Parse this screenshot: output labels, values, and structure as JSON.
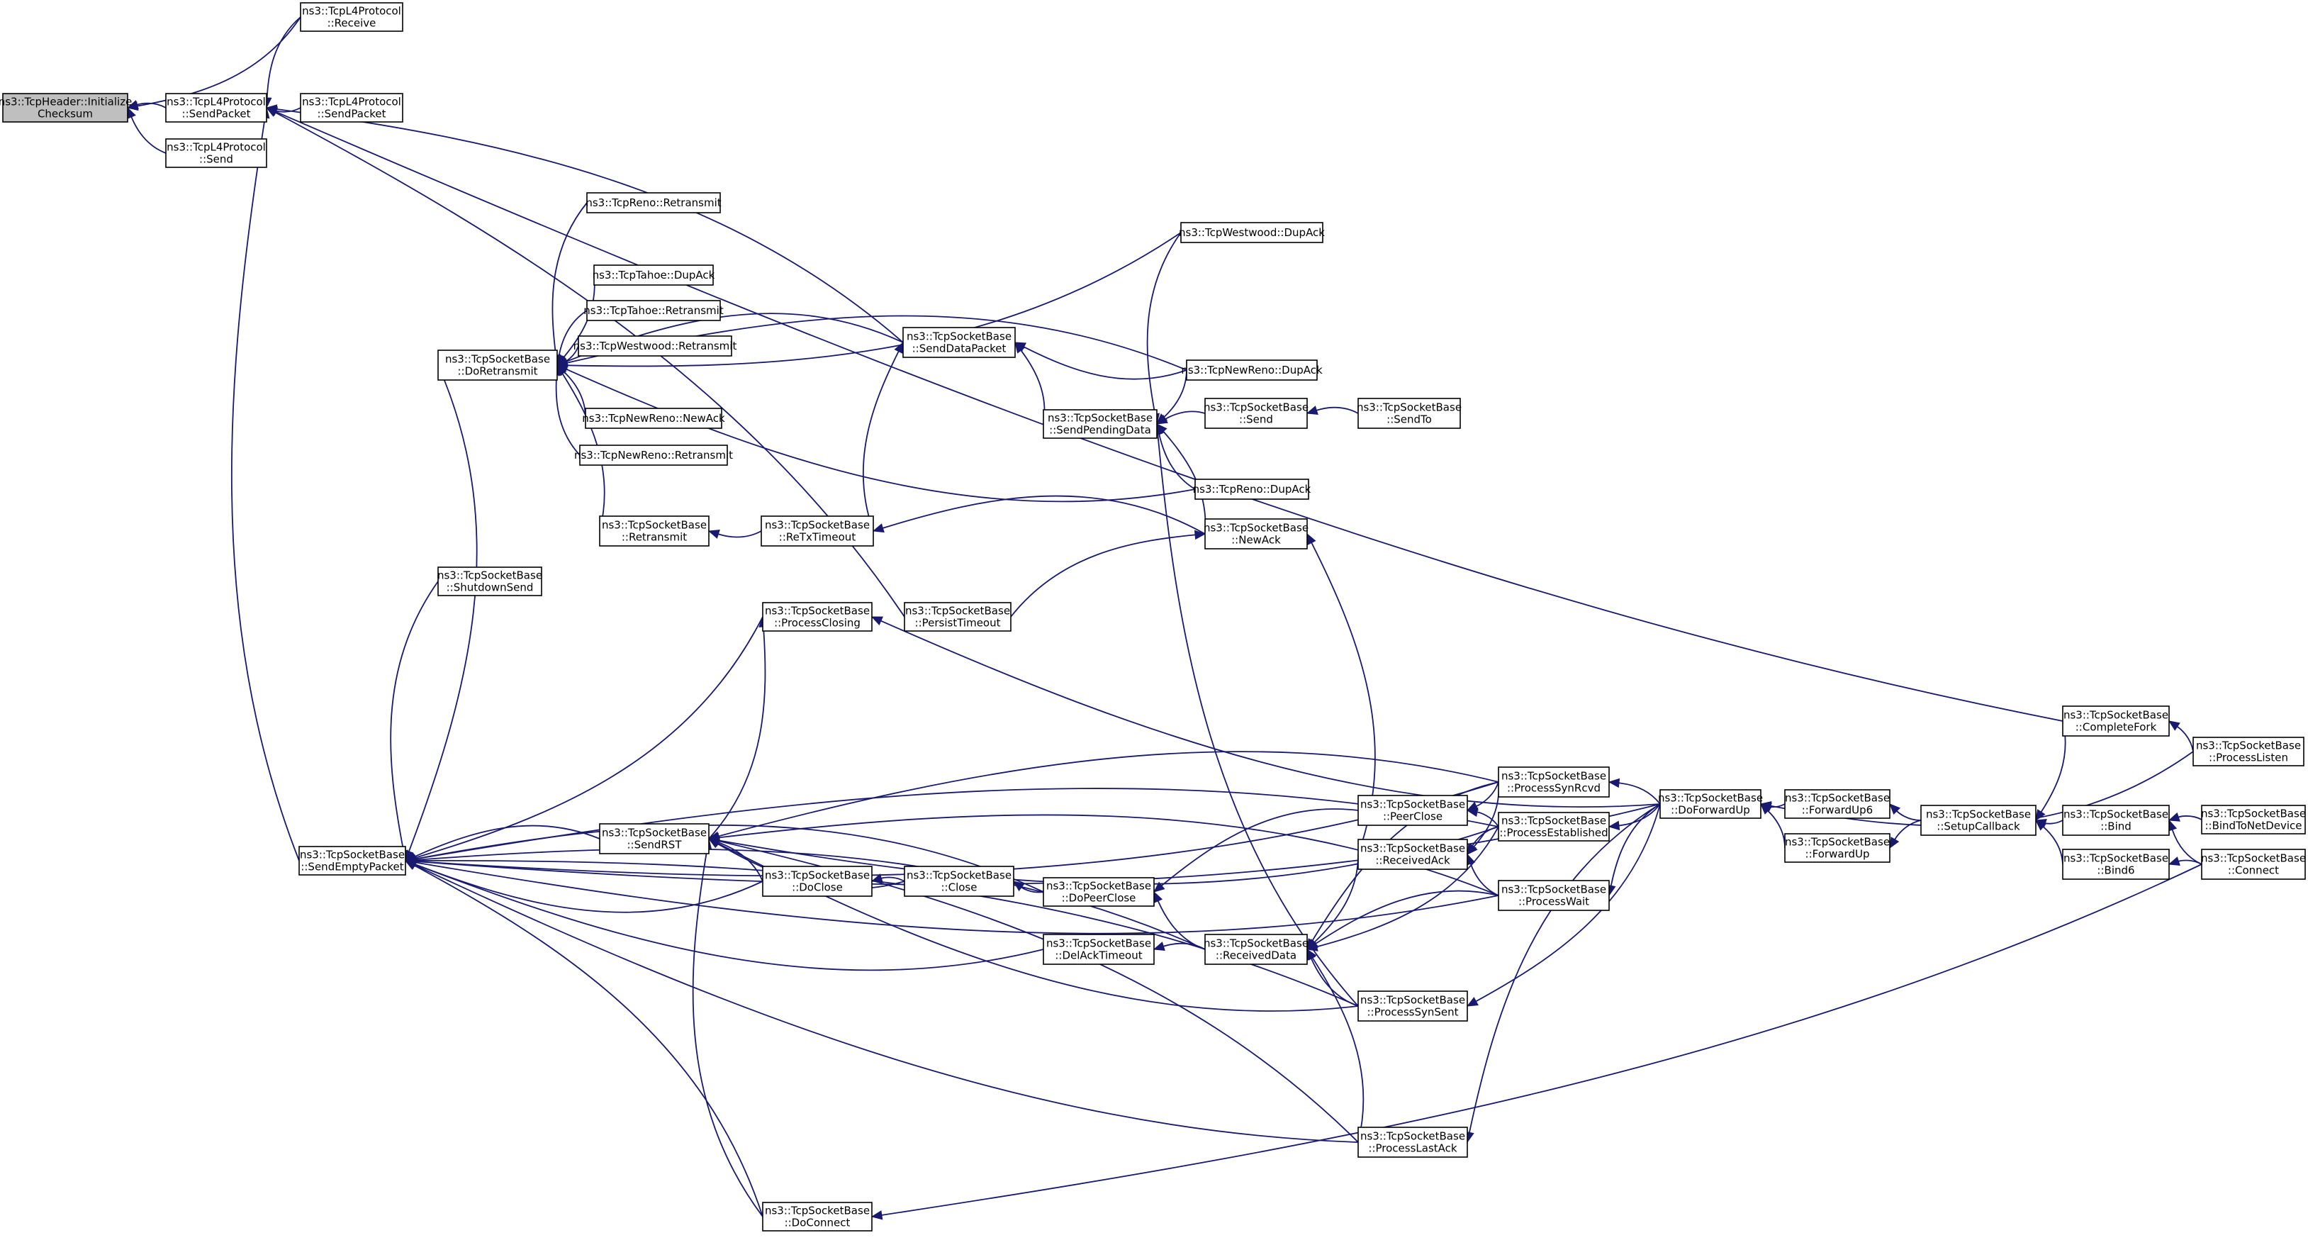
{
  "nodes": [
    {
      "id": "hdr_init_checksum",
      "lines": [
        "ns3::TcpHeader::Initialize",
        "Checksum"
      ],
      "root": true
    },
    {
      "id": "l4_receive",
      "lines": [
        "ns3::TcpL4Protocol",
        "::Receive"
      ]
    },
    {
      "id": "l4_sendpacket",
      "lines": [
        "ns3::TcpL4Protocol",
        "::SendPacket"
      ]
    },
    {
      "id": "l4_sendpacket2",
      "lines": [
        "ns3::TcpL4Protocol",
        "::SendPacket"
      ]
    },
    {
      "id": "l4_send",
      "lines": [
        "ns3::TcpL4Protocol",
        "::Send"
      ]
    },
    {
      "id": "reno_retransmit",
      "lines": [
        "ns3::TcpReno::Retransmit"
      ]
    },
    {
      "id": "tahoe_dupack",
      "lines": [
        "ns3::TcpTahoe::DupAck"
      ]
    },
    {
      "id": "tahoe_retransmit",
      "lines": [
        "ns3::TcpTahoe::Retransmit"
      ]
    },
    {
      "id": "westwood_retransmit",
      "lines": [
        "ns3::TcpWestwood::Retransmit"
      ]
    },
    {
      "id": "newreno_newack",
      "lines": [
        "ns3::TcpNewReno::NewAck"
      ]
    },
    {
      "id": "newreno_retransmit",
      "lines": [
        "ns3::TcpNewReno::Retransmit"
      ]
    },
    {
      "id": "doretransmit",
      "lines": [
        "ns3::TcpSocketBase",
        "::DoRetransmit"
      ]
    },
    {
      "id": "retransmit",
      "lines": [
        "ns3::TcpSocketBase",
        "::Retransmit"
      ]
    },
    {
      "id": "retxtimeout",
      "lines": [
        "ns3::TcpSocketBase",
        "::ReTxTimeout"
      ]
    },
    {
      "id": "senddatapacket",
      "lines": [
        "ns3::TcpSocketBase",
        "::SendDataPacket"
      ]
    },
    {
      "id": "sendpendingdata",
      "lines": [
        "ns3::TcpSocketBase",
        "::SendPendingData"
      ]
    },
    {
      "id": "westwood_dupack",
      "lines": [
        "ns3::TcpWestwood::DupAck"
      ]
    },
    {
      "id": "newreno_dupack",
      "lines": [
        "ns3::TcpNewReno::DupAck"
      ]
    },
    {
      "id": "sb_send",
      "lines": [
        "ns3::TcpSocketBase",
        "::Send"
      ]
    },
    {
      "id": "sb_sendto",
      "lines": [
        "ns3::TcpSocketBase",
        "::SendTo"
      ]
    },
    {
      "id": "reno_dupack",
      "lines": [
        "ns3::TcpReno::DupAck"
      ]
    },
    {
      "id": "newack",
      "lines": [
        "ns3::TcpSocketBase",
        "::NewAck"
      ]
    },
    {
      "id": "shutdownsend",
      "lines": [
        "ns3::TcpSocketBase",
        "::ShutdownSend"
      ]
    },
    {
      "id": "processclosing",
      "lines": [
        "ns3::TcpSocketBase",
        "::ProcessClosing"
      ]
    },
    {
      "id": "persisttimeout",
      "lines": [
        "ns3::TcpSocketBase",
        "::PersistTimeout"
      ]
    },
    {
      "id": "sendemptypacket",
      "lines": [
        "ns3::TcpSocketBase",
        "::SendEmptyPacket"
      ]
    },
    {
      "id": "sendrst",
      "lines": [
        "ns3::TcpSocketBase",
        "::SendRST"
      ]
    },
    {
      "id": "doclose",
      "lines": [
        "ns3::TcpSocketBase",
        "::DoClose"
      ]
    },
    {
      "id": "close",
      "lines": [
        "ns3::TcpSocketBase",
        "::Close"
      ]
    },
    {
      "id": "dopeerclose",
      "lines": [
        "ns3::TcpSocketBase",
        "::DoPeerClose"
      ]
    },
    {
      "id": "delacktimeout",
      "lines": [
        "ns3::TcpSocketBase",
        "::DelAckTimeout"
      ]
    },
    {
      "id": "receiveddata",
      "lines": [
        "ns3::TcpSocketBase",
        "::ReceivedData"
      ]
    },
    {
      "id": "peerclose",
      "lines": [
        "ns3::TcpSocketBase",
        "::PeerClose"
      ]
    },
    {
      "id": "receivedack",
      "lines": [
        "ns3::TcpSocketBase",
        "::ReceivedAck"
      ]
    },
    {
      "id": "processsynrcvd",
      "lines": [
        "ns3::TcpSocketBase",
        "::ProcessSynRcvd"
      ]
    },
    {
      "id": "processestablished",
      "lines": [
        "ns3::TcpSocketBase",
        "::ProcessEstablished"
      ]
    },
    {
      "id": "processwait",
      "lines": [
        "ns3::TcpSocketBase",
        "::ProcessWait"
      ]
    },
    {
      "id": "processsynsent",
      "lines": [
        "ns3::TcpSocketBase",
        "::ProcessSynSent"
      ]
    },
    {
      "id": "processlastack",
      "lines": [
        "ns3::TcpSocketBase",
        "::ProcessLastAck"
      ]
    },
    {
      "id": "doconnect",
      "lines": [
        "ns3::TcpSocketBase",
        "::DoConnect"
      ]
    },
    {
      "id": "doforwardup",
      "lines": [
        "ns3::TcpSocketBase",
        "::DoForwardUp"
      ]
    },
    {
      "id": "forwardup6",
      "lines": [
        "ns3::TcpSocketBase",
        "::ForwardUp6"
      ]
    },
    {
      "id": "forwardup",
      "lines": [
        "ns3::TcpSocketBase",
        "::ForwardUp"
      ]
    },
    {
      "id": "setupcallback",
      "lines": [
        "ns3::TcpSocketBase",
        "::SetupCallback"
      ]
    },
    {
      "id": "completefork",
      "lines": [
        "ns3::TcpSocketBase",
        "::CompleteFork"
      ]
    },
    {
      "id": "processlisten",
      "lines": [
        "ns3::TcpSocketBase",
        "::ProcessListen"
      ]
    },
    {
      "id": "bind",
      "lines": [
        "ns3::TcpSocketBase",
        "::Bind"
      ]
    },
    {
      "id": "bind6",
      "lines": [
        "ns3::TcpSocketBase",
        "::Bind6"
      ]
    },
    {
      "id": "bindtonetdevice",
      "lines": [
        "ns3::TcpSocketBase",
        "::BindToNetDevice"
      ]
    },
    {
      "id": "connect",
      "lines": [
        "ns3::TcpSocketBase",
        "::Connect"
      ]
    }
  ],
  "edges": [
    {
      "from": "l4_receive",
      "to": "hdr_init_checksum"
    },
    {
      "from": "l4_sendpacket",
      "to": "hdr_init_checksum"
    },
    {
      "from": "l4_send",
      "to": "hdr_init_checksum"
    },
    {
      "from": "l4_receive",
      "to": "l4_sendpacket"
    },
    {
      "from": "l4_sendpacket2",
      "to": "l4_sendpacket"
    },
    {
      "from": "senddatapacket",
      "to": "l4_sendpacket"
    },
    {
      "from": "sendemptypacket",
      "to": "l4_sendpacket"
    },
    {
      "from": "persisttimeout",
      "to": "l4_sendpacket"
    },
    {
      "from": "completefork",
      "to": "l4_sendpacket"
    },
    {
      "from": "reno_retransmit",
      "to": "doretransmit"
    },
    {
      "from": "tahoe_dupack",
      "to": "doretransmit"
    },
    {
      "from": "tahoe_retransmit",
      "to": "doretransmit"
    },
    {
      "from": "westwood_retransmit",
      "to": "doretransmit"
    },
    {
      "from": "newreno_newack",
      "to": "doretransmit"
    },
    {
      "from": "newreno_retransmit",
      "to": "doretransmit"
    },
    {
      "from": "retransmit",
      "to": "doretransmit"
    },
    {
      "from": "westwood_dupack",
      "to": "doretransmit"
    },
    {
      "from": "newreno_dupack",
      "to": "doretransmit"
    },
    {
      "from": "reno_dupack",
      "to": "doretransmit"
    },
    {
      "from": "senddatapacket",
      "to": "doretransmit"
    },
    {
      "from": "retxtimeout",
      "to": "retransmit"
    },
    {
      "from": "newack",
      "to": "retxtimeout"
    },
    {
      "from": "retxtimeout",
      "to": "senddatapacket"
    },
    {
      "from": "sendpendingdata",
      "to": "senddatapacket"
    },
    {
      "from": "newreno_dupack",
      "to": "senddatapacket"
    },
    {
      "from": "westwood_dupack",
      "to": "sendpendingdata"
    },
    {
      "from": "newreno_dupack",
      "to": "sendpendingdata"
    },
    {
      "from": "sb_send",
      "to": "sendpendingdata"
    },
    {
      "from": "reno_dupack",
      "to": "sendpendingdata"
    },
    {
      "from": "newack",
      "to": "sendpendingdata"
    },
    {
      "from": "processsynsent",
      "to": "sendpendingdata"
    },
    {
      "from": "sb_sendto",
      "to": "sb_send"
    },
    {
      "from": "persisttimeout",
      "to": "newack"
    },
    {
      "from": "receivedack",
      "to": "newack"
    },
    {
      "from": "doretransmit",
      "to": "sendemptypacket"
    },
    {
      "from": "shutdownsend",
      "to": "sendemptypacket"
    },
    {
      "from": "processclosing",
      "to": "sendemptypacket"
    },
    {
      "from": "sendrst",
      "to": "sendemptypacket"
    },
    {
      "from": "doclose",
      "to": "sendemptypacket"
    },
    {
      "from": "dopeerclose",
      "to": "sendemptypacket"
    },
    {
      "from": "delacktimeout",
      "to": "sendemptypacket"
    },
    {
      "from": "receiveddata",
      "to": "sendemptypacket"
    },
    {
      "from": "processsynrcvd",
      "to": "sendemptypacket"
    },
    {
      "from": "processestablished",
      "to": "sendemptypacket"
    },
    {
      "from": "processwait",
      "to": "sendemptypacket"
    },
    {
      "from": "processsynsent",
      "to": "sendemptypacket"
    },
    {
      "from": "processlastack",
      "to": "sendemptypacket"
    },
    {
      "from": "doconnect",
      "to": "sendemptypacket"
    },
    {
      "from": "doforwardup",
      "to": "sendemptypacket"
    },
    {
      "from": "sendrst",
      "to": "processclosing"
    },
    {
      "from": "doforwardup",
      "to": "processclosing"
    },
    {
      "from": "processsynrcvd",
      "to": "sendrst"
    },
    {
      "from": "processestablished",
      "to": "sendrst"
    },
    {
      "from": "doclose",
      "to": "sendrst"
    },
    {
      "from": "close",
      "to": "sendrst"
    },
    {
      "from": "processwait",
      "to": "sendrst"
    },
    {
      "from": "processsynsent",
      "to": "sendrst"
    },
    {
      "from": "processlastack",
      "to": "sendrst"
    },
    {
      "from": "doconnect",
      "to": "sendrst"
    },
    {
      "from": "close",
      "to": "doclose"
    },
    {
      "from": "dopeerclose",
      "to": "close"
    },
    {
      "from": "peerclose",
      "to": "dopeerclose"
    },
    {
      "from": "receiveddata",
      "to": "dopeerclose"
    },
    {
      "from": "receiveddata",
      "to": "delacktimeout"
    },
    {
      "from": "receivedack",
      "to": "receiveddata"
    },
    {
      "from": "processsynrcvd",
      "to": "receiveddata"
    },
    {
      "from": "processestablished",
      "to": "receiveddata"
    },
    {
      "from": "processwait",
      "to": "receiveddata"
    },
    {
      "from": "processsynsent",
      "to": "receiveddata"
    },
    {
      "from": "processlastack",
      "to": "receiveddata"
    },
    {
      "from": "processsynrcvd",
      "to": "peerclose"
    },
    {
      "from": "processestablished",
      "to": "peerclose"
    },
    {
      "from": "processsynrcvd",
      "to": "receivedack"
    },
    {
      "from": "processestablished",
      "to": "receivedack"
    },
    {
      "from": "processwait",
      "to": "receivedack"
    },
    {
      "from": "doforwardup",
      "to": "processsynrcvd"
    },
    {
      "from": "doforwardup",
      "to": "processestablished"
    },
    {
      "from": "doforwardup",
      "to": "processwait"
    },
    {
      "from": "doforwardup",
      "to": "processsynsent"
    },
    {
      "from": "doforwardup",
      "to": "processlastack"
    },
    {
      "from": "forwardup6",
      "to": "doforwardup"
    },
    {
      "from": "forwardup",
      "to": "doforwardup"
    },
    {
      "from": "setupcallback",
      "to": "forwardup6"
    },
    {
      "from": "setupcallback",
      "to": "forwardup"
    },
    {
      "from": "bind",
      "to": "setupcallback"
    },
    {
      "from": "bind6",
      "to": "setupcallback"
    },
    {
      "from": "completefork",
      "to": "setupcallback"
    },
    {
      "from": "processlisten",
      "to": "completefork"
    },
    {
      "from": "processlisten",
      "to": "doforwardup"
    },
    {
      "from": "bindtonetdevice",
      "to": "bind"
    },
    {
      "from": "connect",
      "to": "bind"
    },
    {
      "from": "connect",
      "to": "bind6"
    },
    {
      "from": "connect",
      "to": "doconnect"
    }
  ]
}
